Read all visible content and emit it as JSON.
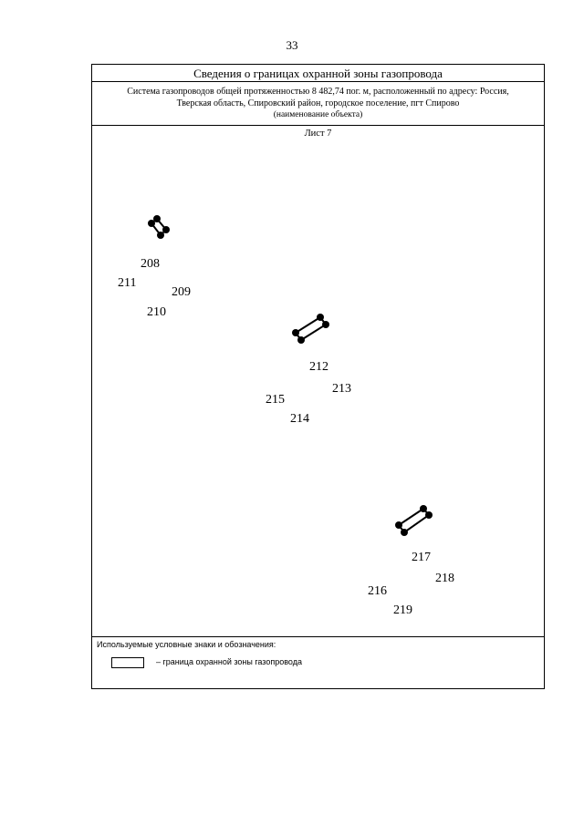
{
  "page": {
    "number": "33"
  },
  "header": {
    "title": "Сведения о границах охранной зоны газопровода",
    "object_line1": "Система газопроводов общей протяженностью 8 482,74 пог. м, расположенный по адресу: Россия,",
    "object_line2": "Тверская область, Спировский район, городское поселение, пгт Спирово",
    "object_caption": "(наименование объекта)"
  },
  "sheet": {
    "label": "Лист 7"
  },
  "points": {
    "p208": "208",
    "p209": "209",
    "p210": "210",
    "p211": "211",
    "p212": "212",
    "p213": "213",
    "p214": "214",
    "p215": "215",
    "p216": "216",
    "p217": "217",
    "p218": "218",
    "p219": "219"
  },
  "legend": {
    "heading": "Используемые условные знаки и обозначения:",
    "zone_boundary": "– граница охранной зоны газопровода"
  }
}
